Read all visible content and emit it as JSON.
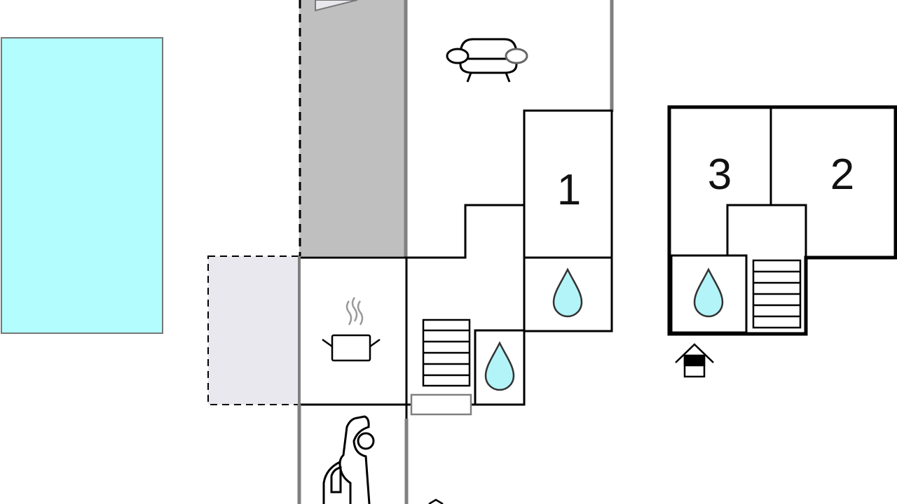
{
  "rooms": {
    "bedroom_1": "1",
    "bedroom_2": "2",
    "bedroom_3": "3"
  },
  "icons": [
    "sofa-icon",
    "kitchen-pot-icon",
    "water-drop-icon",
    "stairs-icon",
    "car-icon",
    "entrance-icon"
  ],
  "colors": {
    "pool": "#b3fdff",
    "terrace": "#bfbfbf",
    "annex": "#e8e8ee",
    "wall": "#000000",
    "outer_wall": "#808080"
  }
}
